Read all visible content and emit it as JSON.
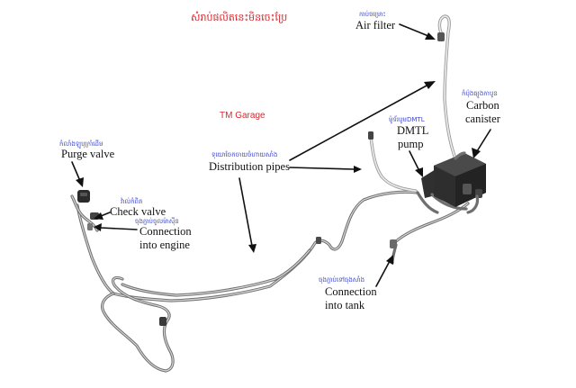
{
  "title_kh": "សំរាប់ផលិតនេះមិនចេះប្រែ",
  "watermark": "TM Garage",
  "labels": {
    "air_filter": {
      "kh": "កាប់ចម្រោះ",
      "en": "Air filter"
    },
    "carbon_canister": {
      "kh": "កំប៉ុងធ្យូងកាបូន",
      "en_line1": "Carbon",
      "en_line2": "canister"
    },
    "dmtl_pump": {
      "kh": "ម៉ូទ័របូមDMTL",
      "en_line1": "DMTL",
      "en_line2": "pump"
    },
    "purge_valve": {
      "kh": "កំលាំងឡូបុក្រាំដើម",
      "en": "Purge valve"
    },
    "check_valve": {
      "kh": "វ៉ាល់កំពិត",
      "en": "Check valve"
    },
    "connection_engine": {
      "kh": "ចុងភ្ជាប់ចូលម៉ាស៊ីន",
      "en_line1": "Connection",
      "en_line2": "into engine"
    },
    "distribution_pipes": {
      "kh": "ទុយោចែកចាយចំហាយសាំង",
      "en": "Distribution pipes"
    },
    "connection_tank": {
      "kh": "ចុងភ្ជាប់ទៅធុងសាំង",
      "en_line1": "Connection",
      "en_line2": "into tank"
    }
  },
  "colors": {
    "title": "#d4292f",
    "khmer_caption": "#3b47c9",
    "label": "#111111",
    "pipe": "#6f6f6f",
    "canister": "#2e2e2e"
  }
}
